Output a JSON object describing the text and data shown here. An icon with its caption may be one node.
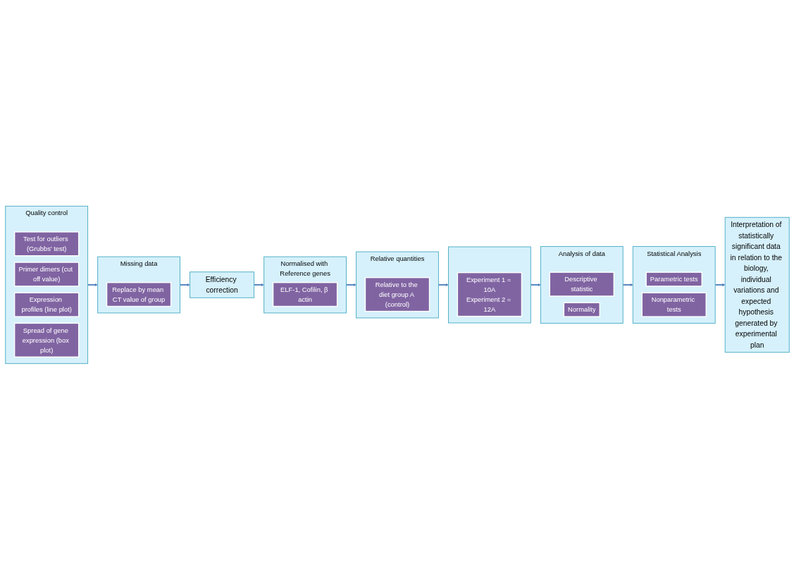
{
  "diagram": {
    "nodes": [
      {
        "text": [
          "Quality control"
        ]
      },
      {
        "text": [
          "Test for outliers (Grubbs’ test)"
        ],
        "in": 0
      },
      {
        "text": [
          "Primer dimers (cut off value)"
        ],
        "in": 0
      },
      {
        "text": [
          "Expression profiles (line plot)"
        ],
        "in": 0
      },
      {
        "text": [
          "Spread of gene expression (box plot)"
        ],
        "in": 0
      },
      {
        "text": [
          "Missing data"
        ]
      },
      {
        "text": [
          "Replace by mean CT value of group"
        ],
        "in": 5
      },
      {
        "text": [
          "Efficiency correction"
        ]
      },
      {
        "text": [
          "Normalised with Reference genes"
        ]
      },
      {
        "text": [
          "ELF-1, Cofilin, β actin"
        ],
        "in": 8
      },
      {
        "text": [
          "Relative quantities"
        ]
      },
      {
        "text": [
          "Relative to the diet group A (control)"
        ],
        "in": 10
      },
      {
        "text": [],
        "shape": "box"
      },
      {
        "text": [
          "Experiment 1 = 10A",
          "Experiment 2 = 12A"
        ],
        "in": 12
      },
      {
        "text": [
          "Analysis of data"
        ]
      },
      {
        "text": [
          "Descriptive statistic"
        ],
        "in": 14
      },
      {
        "text": [
          "Normality"
        ],
        "in": 14
      },
      {
        "text": [
          "Statistical Analysis"
        ]
      },
      {
        "text": [
          "Parametric tests"
        ],
        "in": 17
      },
      {
        "text": [
          "Nonparametric tests"
        ],
        "in": 17
      },
      {
        "text": [
          "Interpretation of statistically significant data in relation to the biology, individual variations and expected hypothesis generated by experimental plan"
        ]
      }
    ],
    "edges": [
      {
        "from": 0,
        "to": 5,
        "arrow": "to"
      },
      {
        "from": 5,
        "to": 7,
        "arrow": "to"
      },
      {
        "from": 7,
        "to": 8,
        "arrow": "to"
      },
      {
        "from": 8,
        "to": 10,
        "arrow": "to"
      },
      {
        "from": 10,
        "to": 12,
        "arrow": "to"
      },
      {
        "from": 12,
        "to": 14,
        "arrow": "to"
      },
      {
        "from": 14,
        "to": 17,
        "arrow": "to"
      },
      {
        "from": 17,
        "to": 20,
        "arrow": "to"
      }
    ]
  }
}
